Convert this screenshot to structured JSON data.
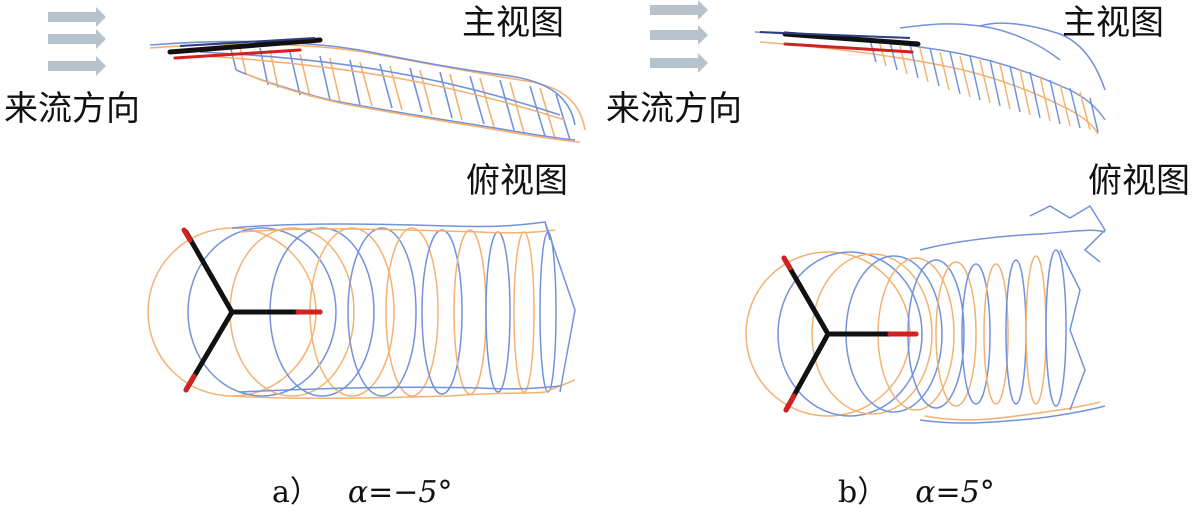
{
  "panels": [
    {
      "id": "a",
      "flow_direction_label": "来流方向",
      "front_view_label": "主视图",
      "top_view_label": "俯视图",
      "caption_letter": "a）",
      "caption_angle": "α=−5°",
      "angle_of_attack_deg": -5
    },
    {
      "id": "b",
      "flow_direction_label": "来流方向",
      "front_view_label": "主视图",
      "top_view_label": "俯视图",
      "caption_letter": "b）",
      "caption_angle": "α=5°",
      "angle_of_attack_deg": 5
    }
  ],
  "colors": {
    "wake_blue": "#5a7fd6",
    "wake_orange": "#f2a55a",
    "blade_black": "#111111",
    "blade_red": "#d42020",
    "flow_arrow": "#b7c3cc"
  },
  "icons": {
    "flow_arrows": "right-arrow-icon"
  }
}
